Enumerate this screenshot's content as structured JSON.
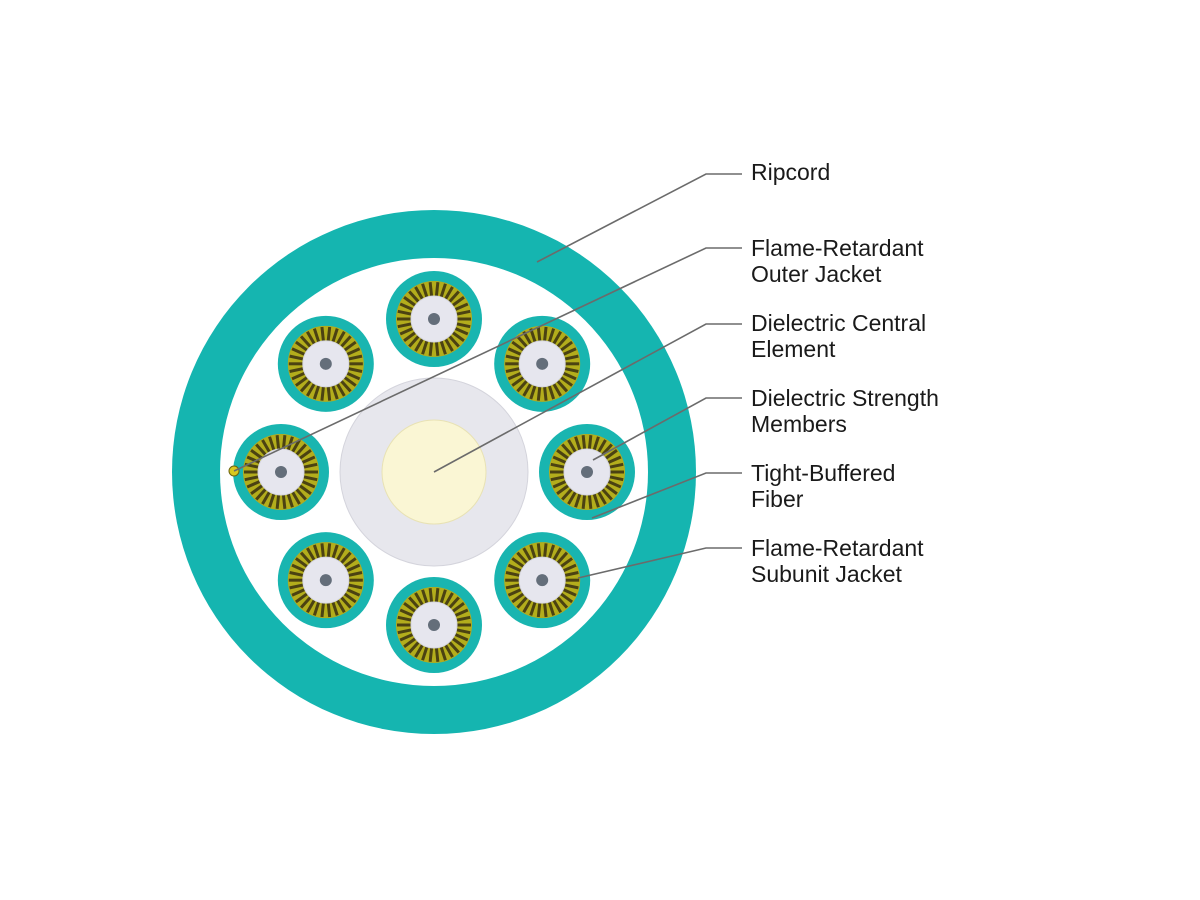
{
  "colors": {
    "outer_jacket": "#15b5b0",
    "filler": "#ffffff",
    "central_sheath": "#e7e7ed",
    "central_core": "#faf6d4",
    "subunit_jacket": "#19b5b0",
    "strength_yarn": "#b3ad1c",
    "strength_yarn_dark": "#4b4212",
    "buffer": "#e6e6ee",
    "fiber_core": "#646e7a",
    "ripcord": "#d9c81f",
    "leader_line": "#6b6b6b"
  },
  "subunit_count": 8,
  "callouts": [
    {
      "id": "ripcord",
      "lines": [
        "Ripcord"
      ]
    },
    {
      "id": "outer-jacket",
      "lines": [
        "Flame-Retardant",
        "Outer Jacket"
      ]
    },
    {
      "id": "central-element",
      "lines": [
        "Dielectric Central",
        "Element"
      ]
    },
    {
      "id": "strength-members",
      "lines": [
        "Dielectric Strength",
        "Members"
      ]
    },
    {
      "id": "tight-buffered-fiber",
      "lines": [
        "Tight-Buffered",
        "Fiber"
      ]
    },
    {
      "id": "subunit-jacket",
      "lines": [
        "Flame-Retardant",
        "Subunit Jacket"
      ]
    }
  ]
}
